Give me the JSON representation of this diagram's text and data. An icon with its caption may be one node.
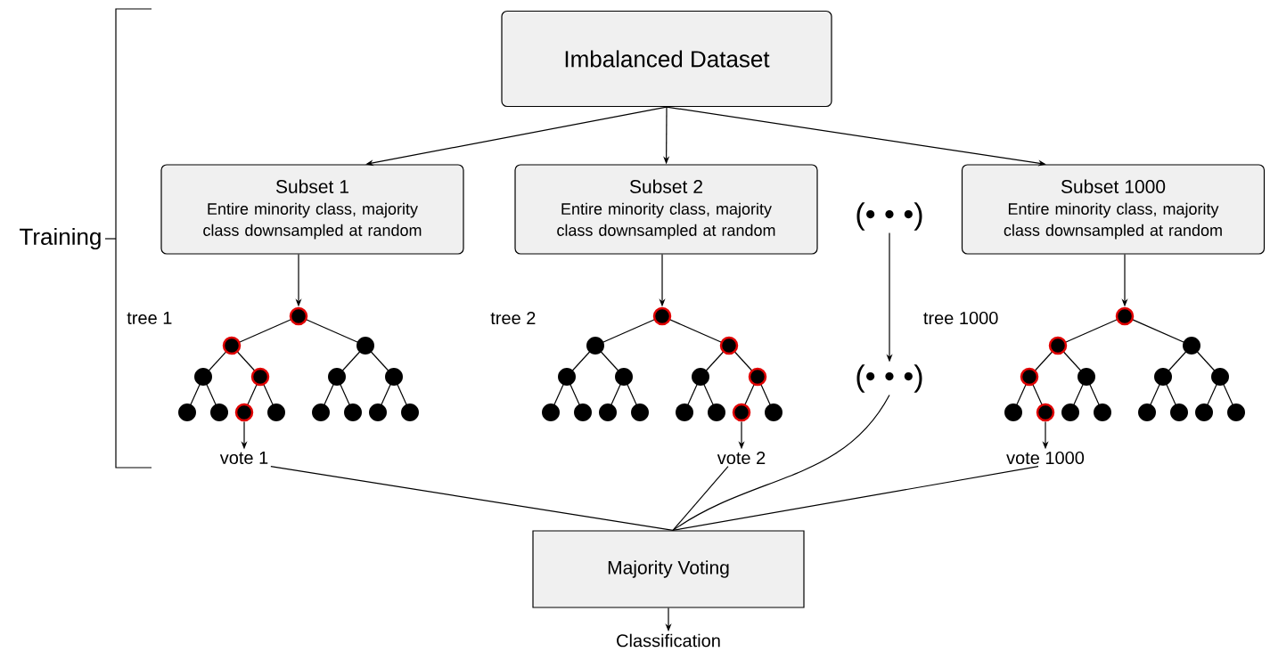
{
  "diagram": {
    "nodes": [
      {
        "text": [
          "Imbalanced Dataset"
        ]
      },
      {
        "text": [
          "Subset 1",
          "Entire minority class, majority class downsampled at random"
        ]
      },
      {
        "text": [
          "Subset 2",
          "Entire minority class, majority class downsampled at random"
        ]
      },
      {
        "text": [
          "(• • •)"
        ]
      },
      {
        "text": [
          "Subset 1000",
          "Entire minority class, majority class downsampled at random"
        ]
      },
      {
        "text": [],
        "shape": "picture",
        "beside": [
          "tree 1"
        ]
      },
      {
        "text": [],
        "shape": "picture",
        "beside": [
          "tree 2"
        ]
      },
      {
        "text": [
          "(• • •)"
        ]
      },
      {
        "text": [],
        "shape": "picture",
        "beside": [
          "tree 1000"
        ]
      },
      {
        "text": [
          "vote 1"
        ]
      },
      {
        "text": [
          "vote 2"
        ]
      },
      {
        "text": [
          "vote 1000"
        ]
      },
      {
        "text": [
          "Majority Voting"
        ]
      },
      {
        "text": [
          "Classification"
        ]
      }
    ],
    "edges": [
      {
        "from": 0,
        "to": 1,
        "arrow": "to"
      },
      {
        "from": 0,
        "to": 2,
        "arrow": "to"
      },
      {
        "from": 0,
        "to": 4,
        "arrow": "to"
      },
      {
        "from": 1,
        "to": 5,
        "arrow": "to"
      },
      {
        "from": 2,
        "to": 6,
        "arrow": "to"
      },
      {
        "from": 3,
        "to": 7,
        "arrow": "to"
      },
      {
        "from": 4,
        "to": 8,
        "arrow": "to"
      },
      {
        "from": 5,
        "to": 9,
        "arrow": "to"
      },
      {
        "from": 6,
        "to": 10,
        "arrow": "to"
      },
      {
        "from": 8,
        "to": 11,
        "arrow": "to"
      },
      {
        "from": 9,
        "to": 12,
        "arrow": "none"
      },
      {
        "from": 10,
        "to": 12,
        "arrow": "none"
      },
      {
        "from": 7,
        "to": 12,
        "arrow": "none"
      },
      {
        "from": 11,
        "to": 12,
        "arrow": "none"
      },
      {
        "from": 12,
        "to": 13,
        "arrow": "to"
      }
    ],
    "labels": [
      "Training"
    ]
  }
}
